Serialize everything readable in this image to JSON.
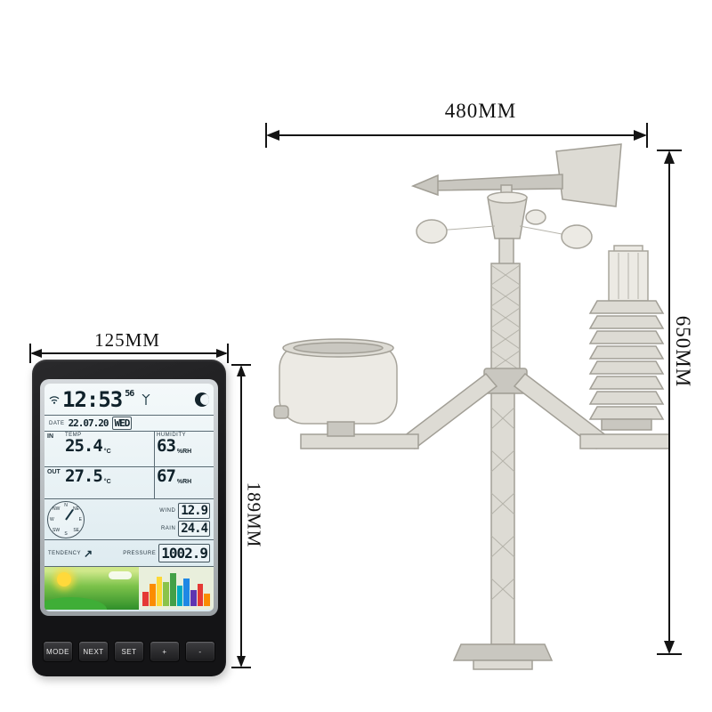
{
  "dimensions": {
    "station_width": "480MM",
    "station_height": "650MM",
    "console_width": "125MM",
    "console_height": "189MM"
  },
  "console": {
    "display": {
      "time": "12:53",
      "seconds": "56",
      "date_label": "DATE",
      "date_value": "22.07.20",
      "weekday": "WED",
      "in_label": "IN",
      "out_label": "OUT",
      "temp_label": "TEMP",
      "humidity_label": "HUMIDITY",
      "in_temp": "25.4",
      "out_temp": "27.5",
      "temp_unit": "°C",
      "in_humidity": "63",
      "out_humidity": "67",
      "humidity_unit": "%RH",
      "wind_label": "WIND",
      "wind_value": "12.9",
      "rain_label": "RAIN",
      "rain_value": "24.4",
      "tendency_label": "TENDENCY",
      "tendency_arrow": "↗",
      "pressure_label": "PRESSURE",
      "pressure_value": "1002.9",
      "compass": [
        "N",
        "NE",
        "E",
        "SE",
        "S",
        "SW",
        "W",
        "NW"
      ]
    },
    "buttons": [
      "MODE",
      "NEXT",
      "SET",
      "+",
      "-"
    ]
  }
}
